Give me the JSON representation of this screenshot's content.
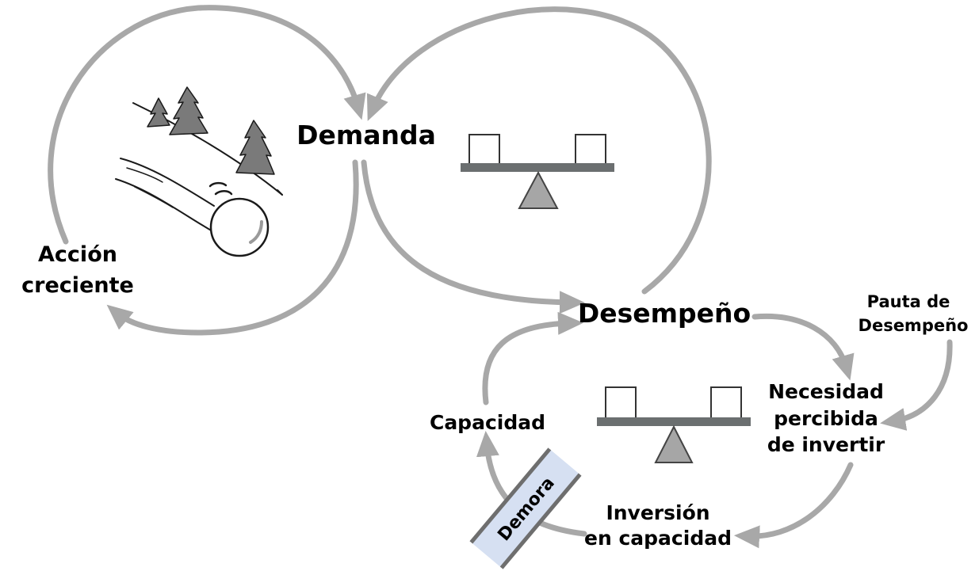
{
  "labels": {
    "demanda": "Demanda",
    "desempeno": "Desempeño",
    "accion_creciente_1": "Acción",
    "accion_creciente_2": "creciente",
    "capacidad": "Capacidad",
    "demora": "Demora",
    "pauta_1": "Pauta de",
    "pauta_2": "Desempeño",
    "necesidad_1": "Necesidad",
    "necesidad_2": "percibida",
    "necesidad_3": "de invertir",
    "inversion_1": "Inversión",
    "inversion_2": "en capacidad"
  },
  "icons": {
    "snowball": "snowball-rolling-downhill-icon",
    "balance": "balance-scale-icon"
  },
  "colors": {
    "arrow": "#a8a8a8",
    "beam": "#6b6f70",
    "fulcrum": "#a6a6a6",
    "delay_fill": "#d6e0f2",
    "delay_border": "#6e6e6e",
    "text": "#000000"
  }
}
